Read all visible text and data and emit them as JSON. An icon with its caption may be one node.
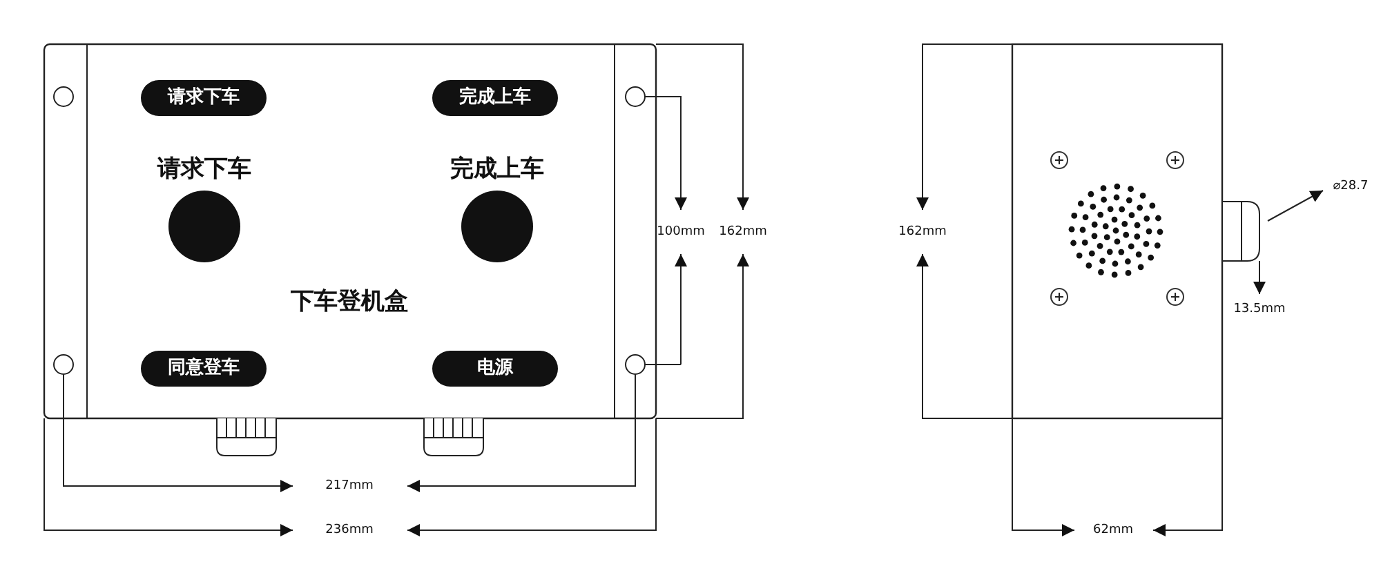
{
  "diagram": {
    "nodes": [
      {
        "text": [
          "请求下车"
        ]
      },
      {
        "text": [
          "完成上车"
        ]
      },
      {
        "text": [
          "同意登车"
        ]
      },
      {
        "text": [
          "电源"
        ]
      }
    ],
    "labels": [
      "请求下车",
      "完成上车",
      "下车登机盒",
      "100mm",
      "162mm",
      "162mm",
      "⌀28.7",
      "13.5mm",
      "217mm",
      "236mm",
      "62mm"
    ]
  }
}
